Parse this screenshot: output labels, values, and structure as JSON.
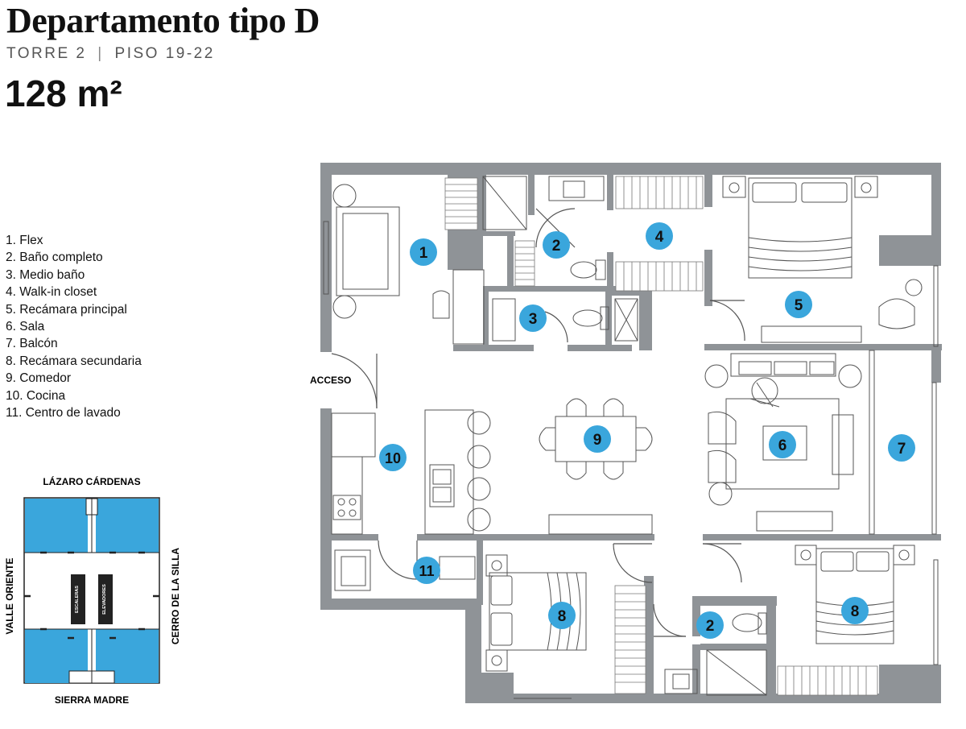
{
  "header": {
    "title": "Departamento tipo D",
    "tower": "TORRE 2",
    "floors": "PISO 19-22",
    "area": "128 m²"
  },
  "legend": [
    "1. Flex",
    "2. Baño completo",
    "3. Medio baño",
    "4. Walk-in closet",
    "5. Recámara principal",
    "6. Sala",
    "7. Balcón",
    "8. Recámara secundaria",
    "9. Comedor",
    "10. Cocina",
    "11. Centro de lavado"
  ],
  "location_map": {
    "north": "LÁZARO CÁRDENAS",
    "south": "SIERRA MADRE",
    "west": "VALLE ORIENTE",
    "east": "CERRO DE LA SILLA",
    "stairs": "ESCALERAS",
    "elevators": "ELEVADORES"
  },
  "floor_plan": {
    "entrance_label": "ACCESO",
    "markers": [
      "1",
      "2",
      "3",
      "4",
      "5",
      "6",
      "7",
      "8",
      "9",
      "10",
      "11",
      "2",
      "8"
    ]
  },
  "colors": {
    "wall": "#8f9397",
    "marker": "#3aa6dc",
    "highlight": "#3aa6dc",
    "line": "#555555"
  }
}
